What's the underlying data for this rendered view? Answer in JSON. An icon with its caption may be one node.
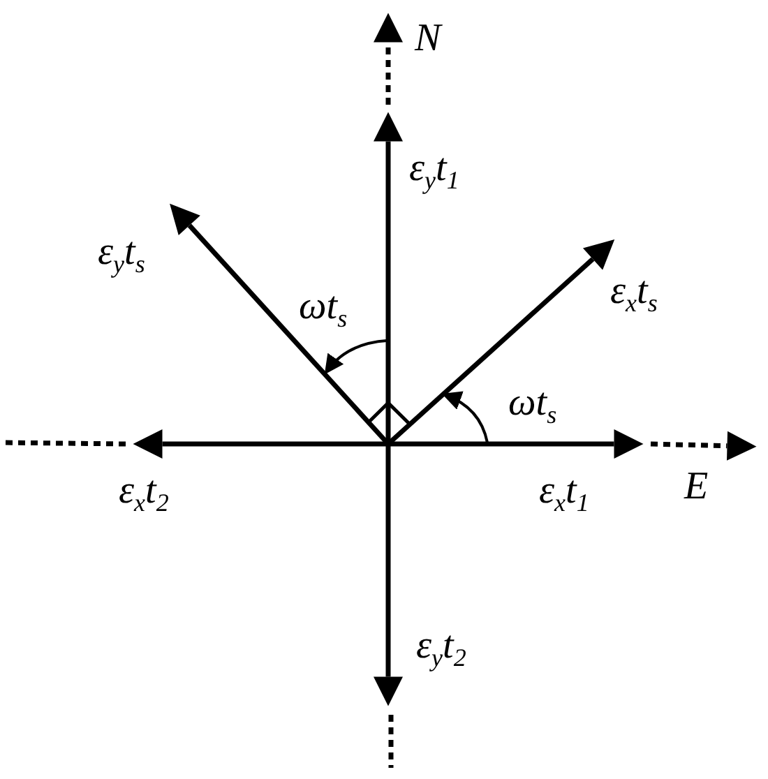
{
  "diagram": {
    "labels": [
      "N",
      "ε$_{y}$t$_{1}$",
      "ε$_{y}$t$_{s}$",
      "ωt$_{s}$",
      "ε$_{x}$t$_{s}$",
      "ωt$_{s}$",
      "ε$_{x}$t$_{2}$",
      "ε$_{x}$t$_{1}$",
      "E",
      "ε$_{y}$t$_{2}$"
    ]
  }
}
